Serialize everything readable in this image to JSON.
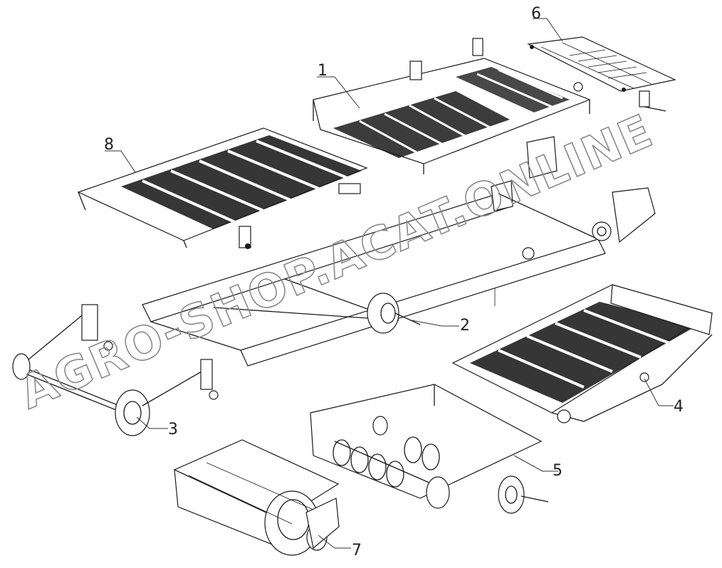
{
  "diagram": {
    "callouts": [
      {
        "id": "1",
        "label": "1"
      },
      {
        "id": "2",
        "label": "2"
      },
      {
        "id": "3",
        "label": "3"
      },
      {
        "id": "4",
        "label": "4"
      },
      {
        "id": "5",
        "label": "5"
      },
      {
        "id": "6",
        "label": "6"
      },
      {
        "id": "7",
        "label": "7"
      },
      {
        "id": "8",
        "label": "8"
      }
    ],
    "watermark": "AGRO-SHOP.ACAT.ONLINE"
  }
}
